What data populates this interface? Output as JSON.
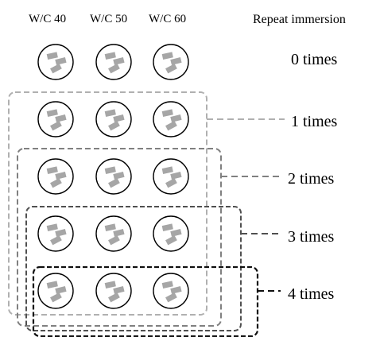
{
  "columns": [
    "W/C 40",
    "W/C 50",
    "W/C 60"
  ],
  "right_header": "Repeat immersion",
  "rows": [
    {
      "label": "0 times",
      "group_color": ""
    },
    {
      "label": "1 times",
      "group_color": "#b0b0b0"
    },
    {
      "label": "2 times",
      "group_color": "#808080"
    },
    {
      "label": "3 times",
      "group_color": "#505050"
    },
    {
      "label": "4 times",
      "group_color": "#101010"
    }
  ],
  "colors": {
    "specimen_outline": "#000000",
    "specimen_fill": "#a6a6a6",
    "background": "#ffffff"
  },
  "icons": {
    "specimen": "circle-with-three-gray-rectangles"
  }
}
